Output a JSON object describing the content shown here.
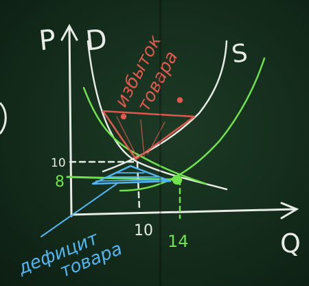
{
  "labels": {
    "p_axis": "P",
    "demand": "D",
    "supply": "S",
    "q_axis": "Q",
    "surplus_line1": "избыток",
    "surplus_line2": "товара",
    "deficit_line1": "дефицит",
    "deficit_line2": "товара"
  },
  "ticks": {
    "p_high": "10",
    "p_low": "8",
    "q_equilibrium": "10",
    "q_shortage": "14"
  },
  "colors": {
    "board": "#142c1c",
    "chalk_white": "#e8ece6",
    "chalk_red": "#e0584e",
    "chalk_green": "#6fe24c",
    "chalk_blue": "#52b6f2"
  }
}
